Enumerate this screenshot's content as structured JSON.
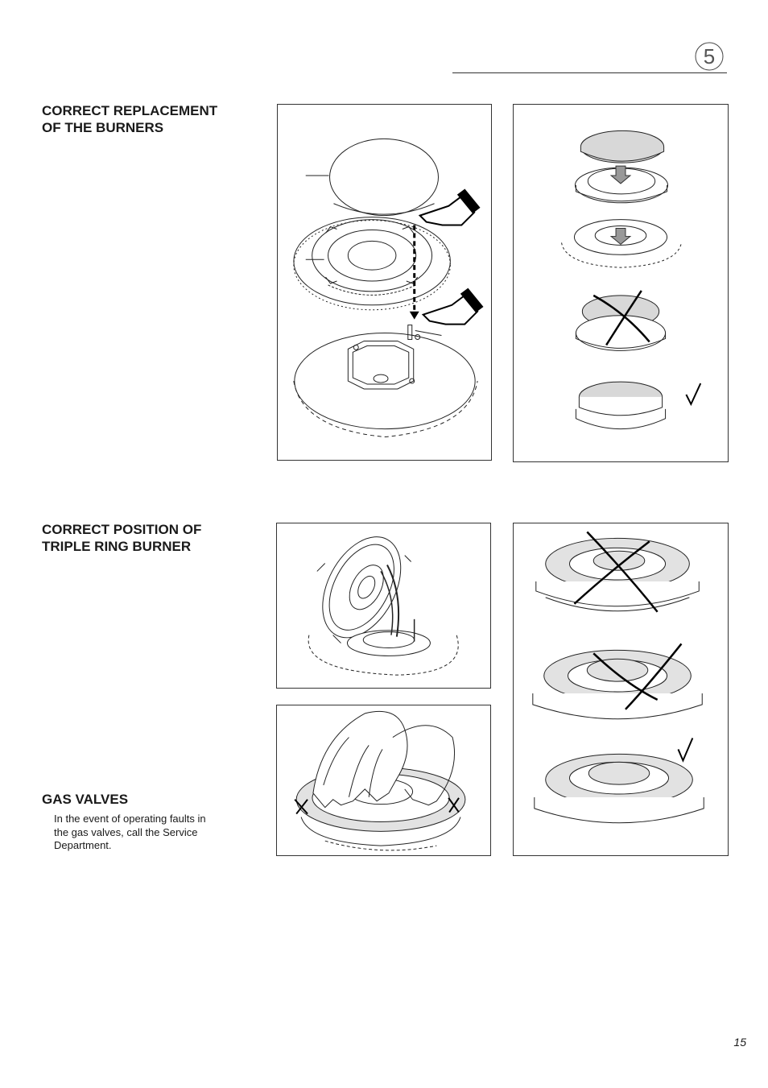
{
  "header": {
    "chapter_number": "5"
  },
  "sections": {
    "burners": {
      "title_lines": [
        "CORRECT REPLACEMENT",
        "OF THE BURNERS"
      ]
    },
    "triple_ring": {
      "title_lines": [
        "CORRECT POSITION OF",
        "TRIPLE RING BURNER"
      ]
    },
    "gas_valves": {
      "title": "GAS VALVES",
      "body_lines": [
        "In the event of operating faults in",
        "the gas valves, call the Service",
        "Department."
      ]
    }
  },
  "figures": [
    {
      "id": "burner-exploded-assembly",
      "icon": "burner-assembly-illustration"
    },
    {
      "id": "burner-cap-correct-incorrect",
      "icon": "burner-cap-check-illustration",
      "marks": [
        "arrow-down",
        "arrow-down",
        "wrong",
        "correct"
      ]
    },
    {
      "id": "triple-ring-fitting",
      "icon": "triple-ring-lift-illustration"
    },
    {
      "id": "triple-ring-hand-placement",
      "icon": "hand-placing-ring-illustration",
      "marks": [
        "wrong",
        "wrong"
      ]
    },
    {
      "id": "triple-ring-positions",
      "icon": "triple-ring-check-illustration",
      "marks": [
        "wrong",
        "wrong",
        "correct"
      ]
    }
  ],
  "footer": {
    "page_number": "15"
  },
  "colors": {
    "ink": "#1a1a1a",
    "cap_fill": "#d8d8d8",
    "ring_fill": "#e2e2e2"
  }
}
